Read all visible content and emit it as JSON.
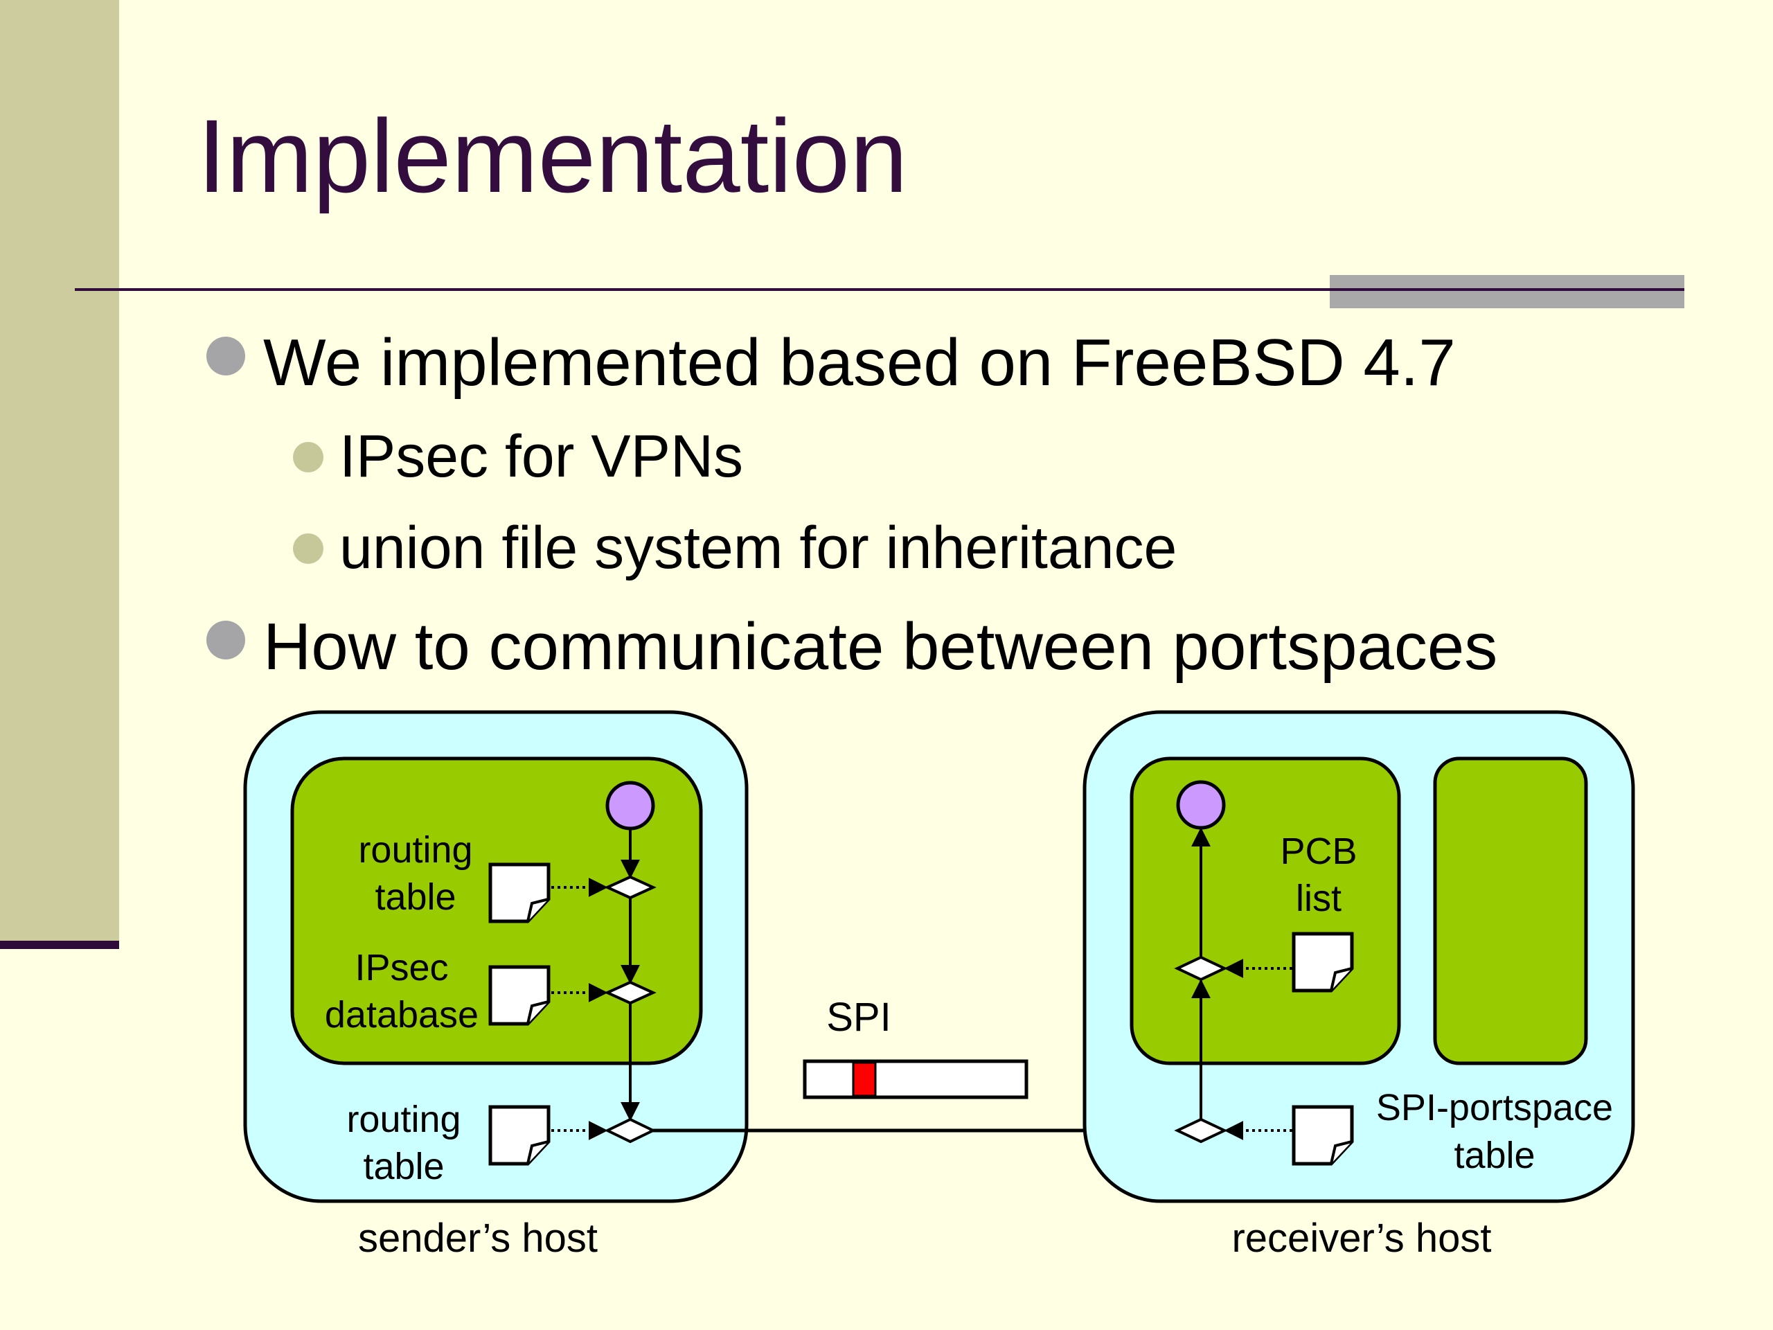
{
  "slide": {
    "title": "Implementation",
    "bullets": [
      "We implemented based on FreeBSD 4.7",
      "IPsec for VPNs",
      "union file system for inheritance",
      "How to communicate between portspaces"
    ]
  },
  "diagram": {
    "sender": {
      "routing_table_inner_1": "routing",
      "routing_table_inner_2": "table",
      "ipsec_db_1": "IPsec",
      "ipsec_db_2": "database",
      "routing_table_outer_1": "routing",
      "routing_table_outer_2": "table",
      "host_label": "sender’s host"
    },
    "spi_label": "SPI",
    "receiver": {
      "pcb_1": "PCB",
      "pcb_2": "list",
      "spi_portspace_1": "SPI-portspace",
      "spi_portspace_2": "table",
      "host_label": "receiver’s host"
    },
    "colors": {
      "host_fill": "#ccffff",
      "portspace_fill": "#99cc00",
      "process_fill": "#cc99ff",
      "spi_marker": "#ff0000"
    }
  }
}
